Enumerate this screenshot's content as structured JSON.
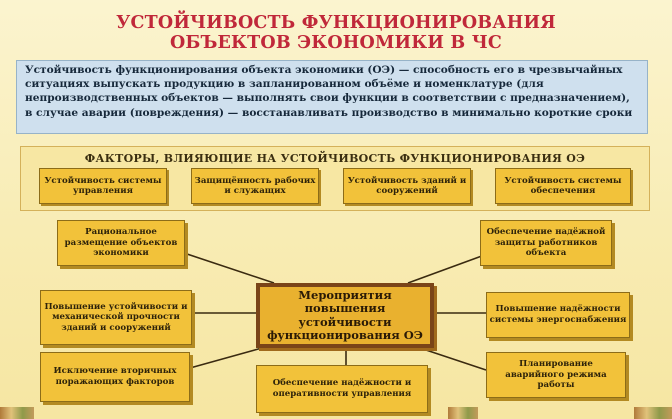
{
  "title_line1": "УСТОЙЧИВОСТЬ ФУНКЦИОНИРОВАНИЯ",
  "title_line2": "ОБЪЕКТОВ ЭКОНОМИКИ В ЧС",
  "definition": "Устойчивость функционирования объекта экономики (ОЭ) — способность его в чрезвычайных ситуациях выпускать продукцию в запланированном объёме и номенклатуре (для непроизводственных объектов — выполнять свои функции в соответствии с предназначением), в случае аварии (повреждения) — восстанавливать производство в минимально короткие сроки",
  "factors": {
    "heading": "ФАКТОРЫ, ВЛИЯЮЩИЕ НА УСТОЙЧИВОСТЬ ФУНКЦИОНИРОВАНИЯ ОЭ",
    "items": [
      "Устойчивость системы управления",
      "Защищённость рабочих и служащих",
      "Устойчивость зданий и сооружений",
      "Устойчивость системы обеспечения"
    ]
  },
  "center": "Мероприятия повышения устойчивости функционирования ОЭ",
  "measures": {
    "top_left": "Рациональное размещение объектов экономики",
    "top_right": "Обеспечение надёжной защиты работников объекта",
    "mid_left": "Повышение устойчивости и механической прочности зданий и сооружений",
    "mid_right": "Повышение надёжности системы энергоснабжения",
    "bottom_left": "Исключение вторичных поражающих факторов",
    "bottom_center": "Обеспечение надёжности и оперативности управления",
    "bottom_right": "Планирование аварийного режима работы"
  },
  "colors": {
    "title": "#c0283a",
    "box_fill": "#f2c23a",
    "center_border": "#7a4418",
    "definition_bg": "#cfe0ee"
  }
}
